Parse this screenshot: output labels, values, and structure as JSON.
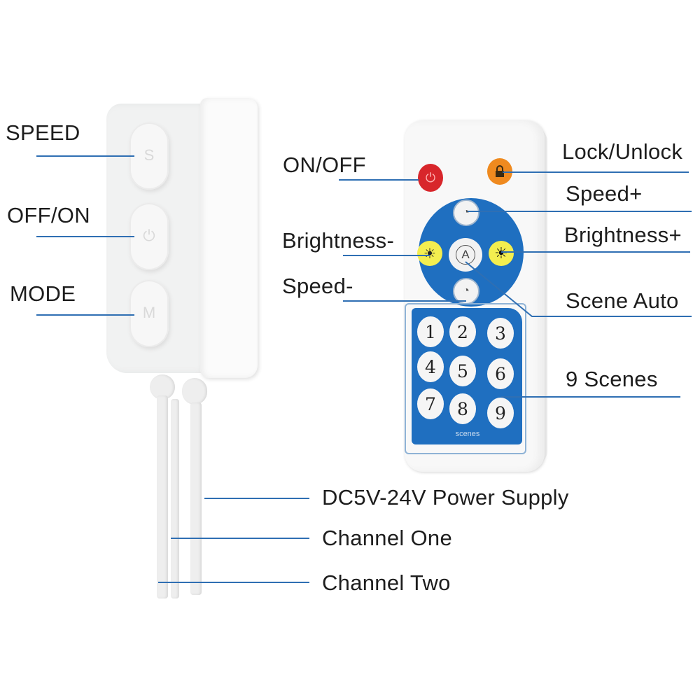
{
  "controller": {
    "labels": {
      "speed": "SPEED",
      "off_on": "OFF/ON",
      "mode": "MODE"
    },
    "cables": {
      "power": "DC5V-24V Power Supply",
      "channel_one": "Channel One",
      "channel_two": "Channel Two"
    }
  },
  "remote": {
    "labels": {
      "on_off": "ON/OFF",
      "lock_unlock": "Lock/Unlock",
      "speed_plus": "Speed+",
      "brightness_minus": "Brightness-",
      "brightness_plus": "Brightness+",
      "speed_minus": "Speed-",
      "scene_auto": "Scene Auto",
      "nine_scenes": "9 Scenes"
    },
    "auto_button": "A",
    "keypad": [
      "1",
      "2",
      "3",
      "4",
      "5",
      "6",
      "7",
      "8",
      "9"
    ],
    "keypad_caption": "scenes"
  },
  "colors": {
    "leader_line": "#2f6fb3",
    "remote_blue": "#1f6fc0",
    "power_button": "#d8262b",
    "lock_button": "#ef8a1f",
    "brightness_button": "#f4ee4f"
  },
  "icons": {
    "power": "power-icon",
    "lock": "lock-icon",
    "speed": "speedometer-icon",
    "brightness": "sun-icon"
  }
}
